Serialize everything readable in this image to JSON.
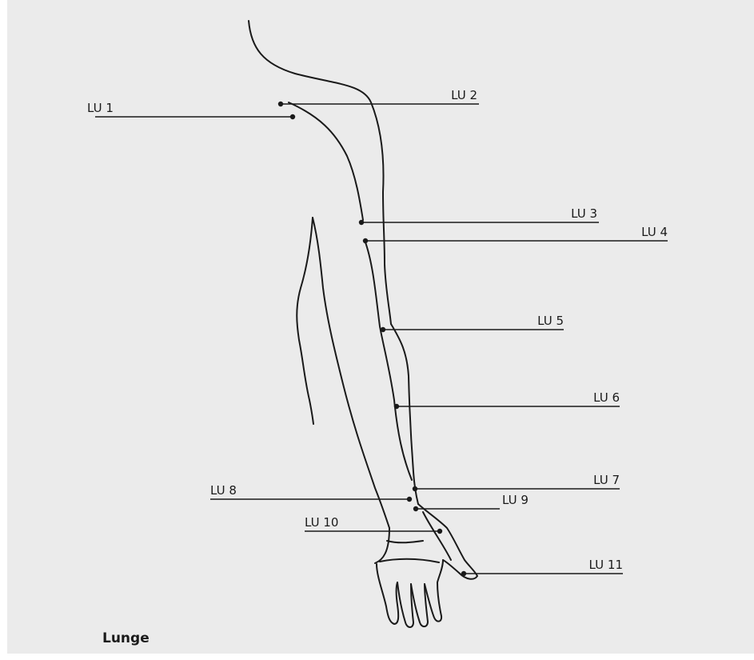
{
  "caption": "Lunge",
  "colors": {
    "background": "#ebebeb",
    "ink": "#1a1a1a"
  },
  "acupoints": [
    {
      "id": "lu1",
      "label": "LU 1"
    },
    {
      "id": "lu2",
      "label": "LU 2"
    },
    {
      "id": "lu3",
      "label": "LU 3"
    },
    {
      "id": "lu4",
      "label": "LU 4"
    },
    {
      "id": "lu5",
      "label": "LU 5"
    },
    {
      "id": "lu6",
      "label": "LU 6"
    },
    {
      "id": "lu7",
      "label": "LU 7"
    },
    {
      "id": "lu8",
      "label": "LU 8"
    },
    {
      "id": "lu9",
      "label": "LU 9"
    },
    {
      "id": "lu10",
      "label": "LU 10"
    },
    {
      "id": "lu11",
      "label": "LU 11"
    }
  ]
}
